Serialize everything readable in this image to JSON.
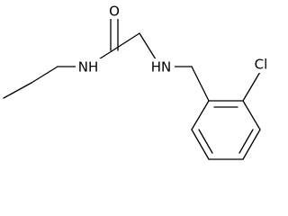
{
  "molecule": {
    "atoms": [
      {
        "id": "O1",
        "label": "O"
      },
      {
        "id": "N1",
        "label": "NH"
      },
      {
        "id": "N2",
        "label": "HN"
      },
      {
        "id": "Cl1",
        "label": "Cl"
      }
    ]
  },
  "colors": {
    "bond": "#000000",
    "text": "#000000",
    "background": "#ffffff"
  }
}
